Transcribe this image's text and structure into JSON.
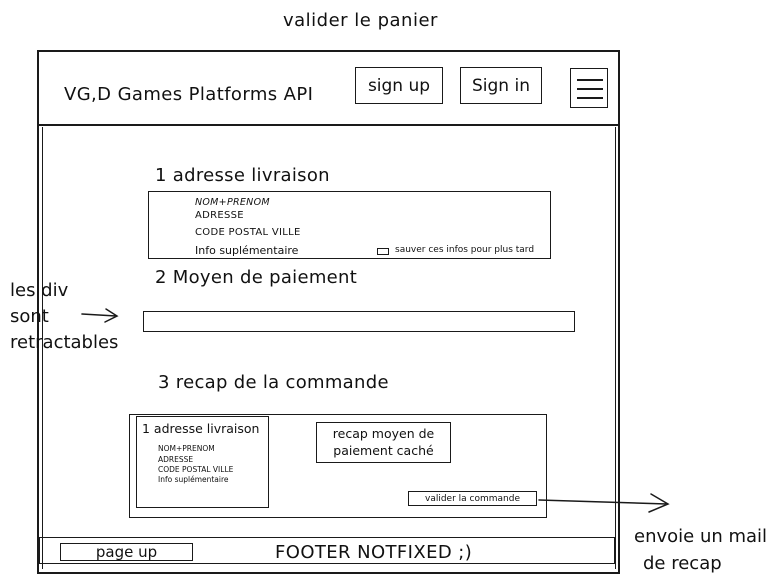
{
  "page": {
    "title": "valider le panier"
  },
  "header": {
    "app_title": "VG,D Games Platforms API",
    "signup_label": "sign up",
    "signin_label": "Sign in"
  },
  "delivery": {
    "heading": "1 adresse livraison",
    "lines": [
      "NOM+PRENOM",
      "ADRESSE",
      "CODE POSTAL VILLE"
    ],
    "extra": "Info suplémentaire",
    "save_label": "sauver ces infos pour plus tard"
  },
  "payment": {
    "heading": "2 Moyen de paiement"
  },
  "recap": {
    "heading": "3 recap de la commande",
    "address_title": "1 adresse livraison",
    "address_lines": [
      "NOM+PRENOM",
      "ADRESSE",
      "CODE POSTAL VILLE",
      "Info suplémentaire"
    ],
    "payment_summary": "recap moyen de paiement caché",
    "validate_label": "valider la commande"
  },
  "footer": {
    "page_up_label": "page up",
    "text": "FOOTER NOTFIXED ;)"
  },
  "annotations": {
    "collapsible": [
      "les div",
      "sont",
      "retractables"
    ],
    "mail": [
      "envoie un mail",
      "de recap"
    ]
  },
  "icons": {
    "menu": "hamburger-menu-icon",
    "arrows": "arrow-right-icon"
  }
}
